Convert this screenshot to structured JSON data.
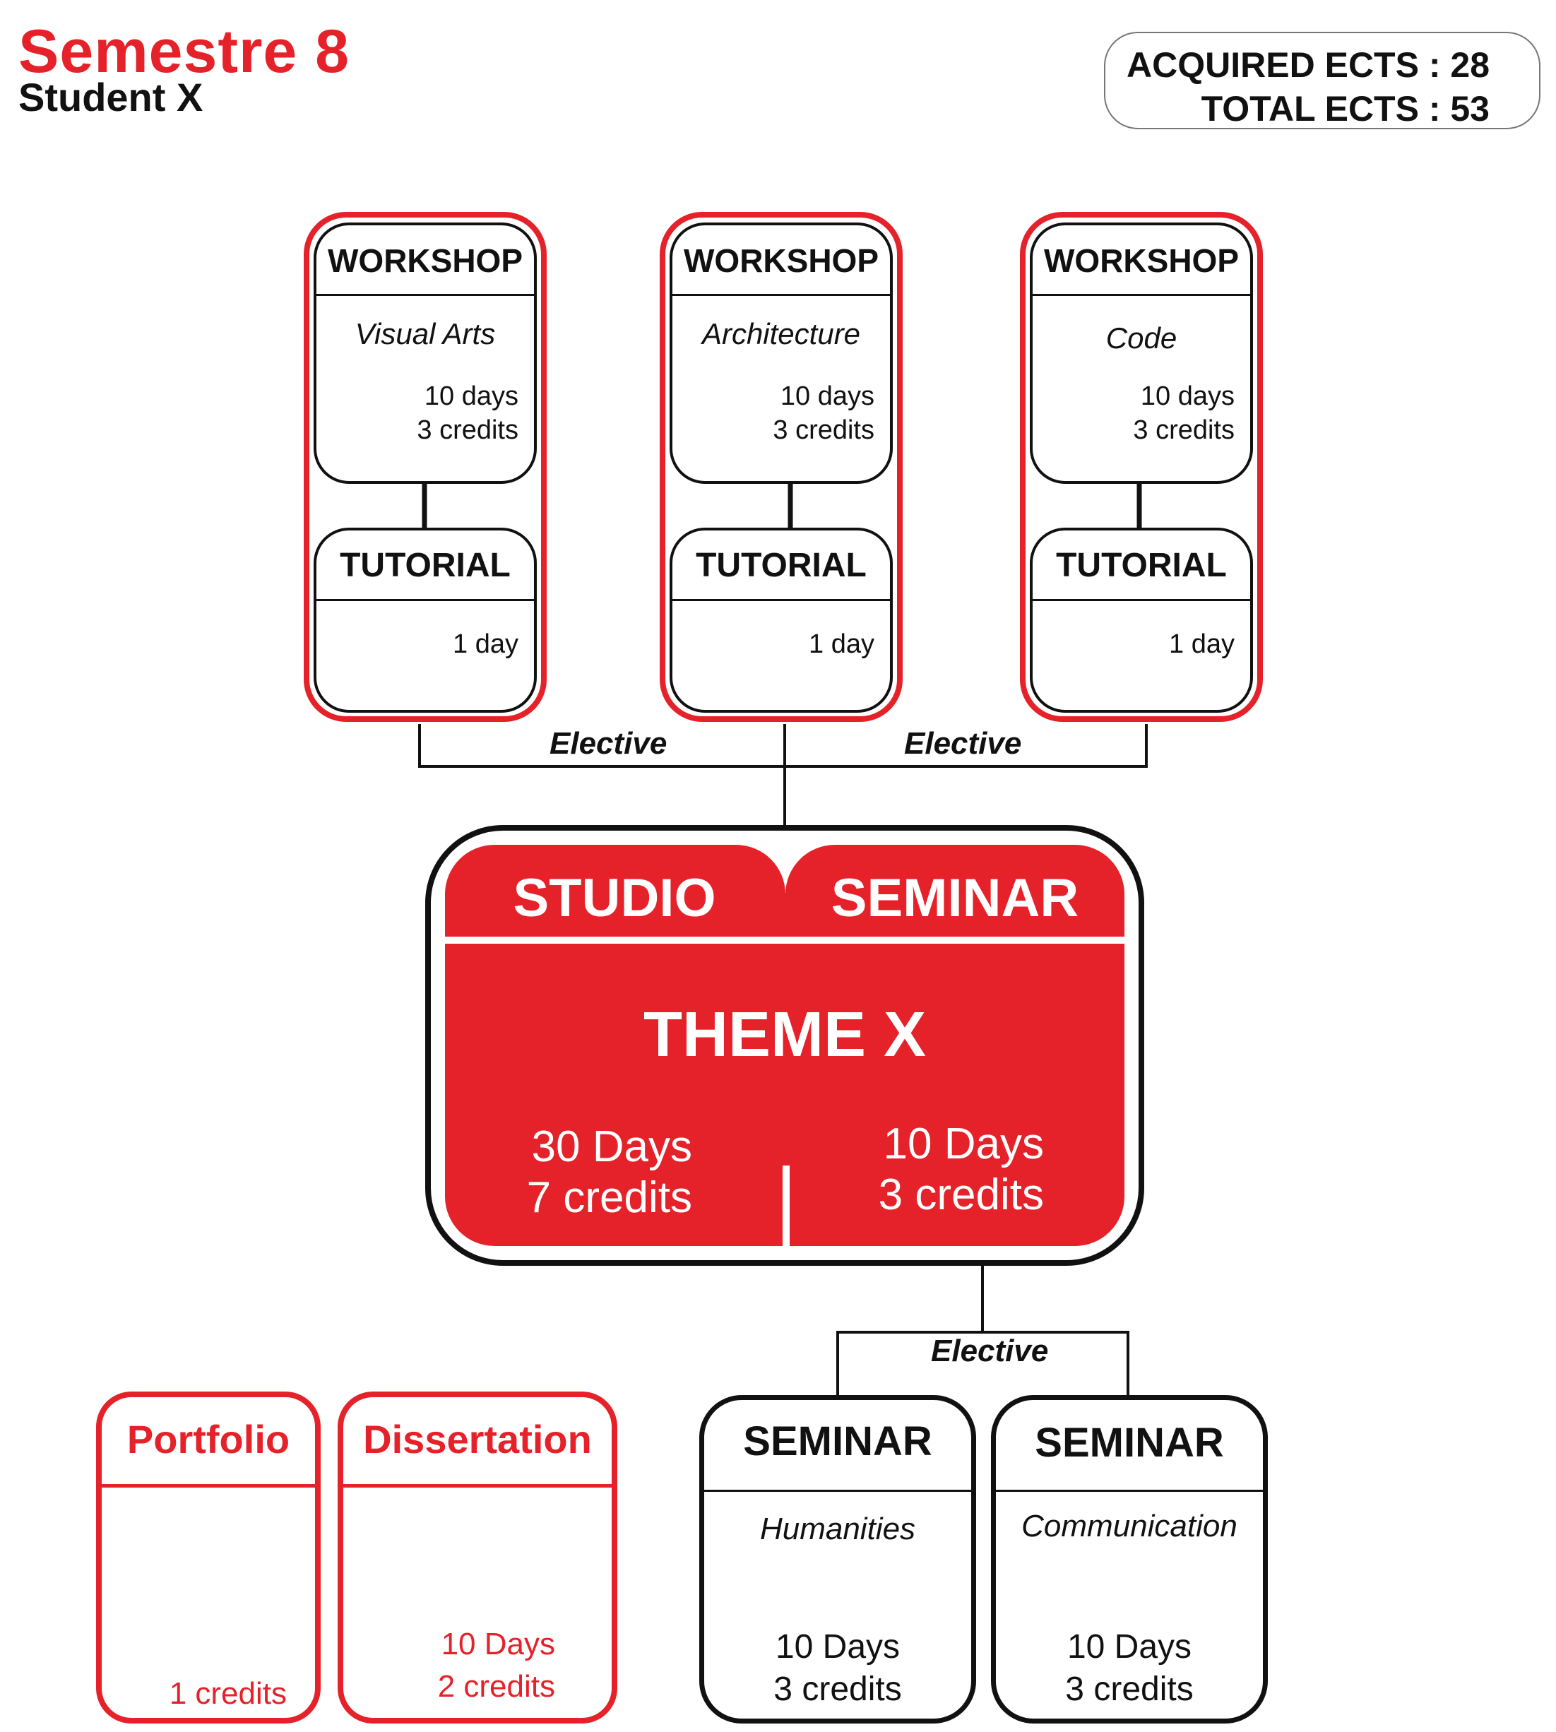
{
  "header": {
    "title": "Semestre  8",
    "subtitle": "Student X"
  },
  "ects": {
    "acquired": "ACQUIRED ECTS : 28",
    "total": "TOTAL ECTS : 53"
  },
  "workshops": [
    {
      "head": "WORKSHOP",
      "topic": "Visual Arts",
      "days": "10 days",
      "credits": "3 credits",
      "tutorial": "TUTORIAL",
      "tutorial_days": "1 day"
    },
    {
      "head": "WORKSHOP",
      "topic": "Architecture",
      "days": "10 days",
      "credits": "3 credits",
      "tutorial": "TUTORIAL",
      "tutorial_days": "1 day"
    },
    {
      "head": "WORKSHOP",
      "topic": "Code",
      "days": "10 days",
      "credits": "3 credits",
      "tutorial": "TUTORIAL",
      "tutorial_days": "1 day"
    }
  ],
  "elective_labels": [
    "Elective",
    "Elective",
    "Elective"
  ],
  "theme": {
    "studio": "STUDIO",
    "seminar": "SEMINAR",
    "name": "THEME X",
    "studio_days": "30 Days",
    "studio_credits": "7 credits",
    "seminar_days": "10 Days",
    "seminar_credits": "3 credits"
  },
  "portfolio": {
    "head": "Portfolio",
    "credits": "1 credits"
  },
  "dissertation": {
    "head": "Dissertation",
    "days": "10 Days",
    "credits": "2 credits"
  },
  "seminars": [
    {
      "head": "SEMINAR",
      "topic": "Humanities",
      "days": "10 Days",
      "credits": "3 credits"
    },
    {
      "head": "SEMINAR",
      "topic": "Communication",
      "days": "10 Days",
      "credits": "3 credits"
    }
  ],
  "colors": {
    "accent": "#e5222a",
    "ink": "#111111"
  }
}
